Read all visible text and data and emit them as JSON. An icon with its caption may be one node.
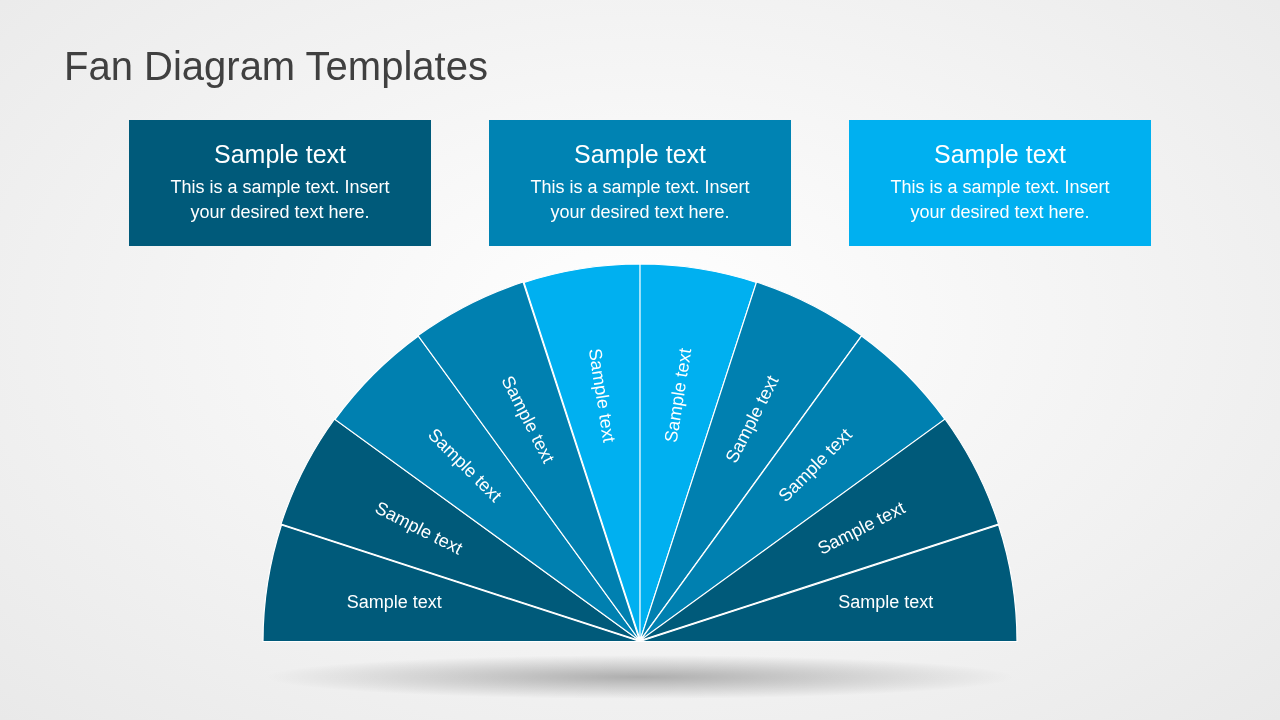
{
  "diagram": {
    "title": "Fan Diagram Templates",
    "nodes": [
      {
        "text": [
          "Sample text",
          "This is a sample text. Insert your desired text here."
        ]
      },
      {
        "text": [
          "Sample text",
          "This is a sample text. Insert your desired text here."
        ]
      },
      {
        "text": [
          "Sample text",
          "This is a sample text. Insert your desired text here."
        ]
      },
      {
        "text": [
          "Sample text"
        ]
      },
      {
        "text": [
          "Sample text"
        ]
      },
      {
        "text": [
          "Sample text"
        ]
      },
      {
        "text": [
          "Sample text"
        ]
      },
      {
        "text": [
          "Sample text"
        ]
      },
      {
        "text": [
          "Sample text"
        ]
      },
      {
        "text": [
          "Sample text"
        ]
      },
      {
        "text": [
          "Sample text"
        ]
      },
      {
        "text": [
          "Sample text"
        ]
      },
      {
        "text": [
          "Sample text"
        ]
      }
    ]
  }
}
